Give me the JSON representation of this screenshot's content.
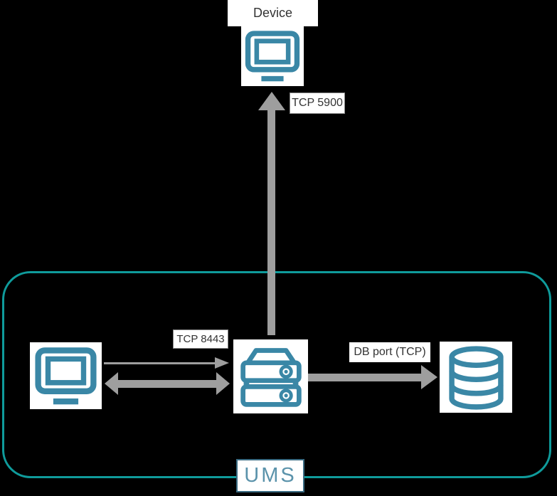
{
  "diagram": {
    "nodes": {
      "device": {
        "label": "Device",
        "icon": "monitor-icon"
      },
      "admin_console": {
        "icon": "monitor-icon"
      },
      "ums_server": {
        "icon": "server-icon"
      },
      "database": {
        "icon": "database-icon"
      }
    },
    "container": {
      "label": "UMS"
    },
    "connections": {
      "server_to_device": {
        "label": "TCP 5900",
        "direction": "up",
        "style": "thick"
      },
      "console_to_server": {
        "label": "TCP 8443",
        "direction": "right",
        "style": "thin"
      },
      "console_server_bidirectional": {
        "direction": "both",
        "style": "thick"
      },
      "server_to_database": {
        "label": "DB port (TCP)",
        "direction": "right",
        "style": "thick"
      }
    }
  },
  "colors": {
    "background": "#000000",
    "container_border": "#0f9b9b",
    "icon_teal": "#3a87a6",
    "arrow_gray": "#9e9e9e",
    "label_text": "#333333",
    "ums_text": "#5b93ab",
    "ums_border": "#3a6b82"
  }
}
